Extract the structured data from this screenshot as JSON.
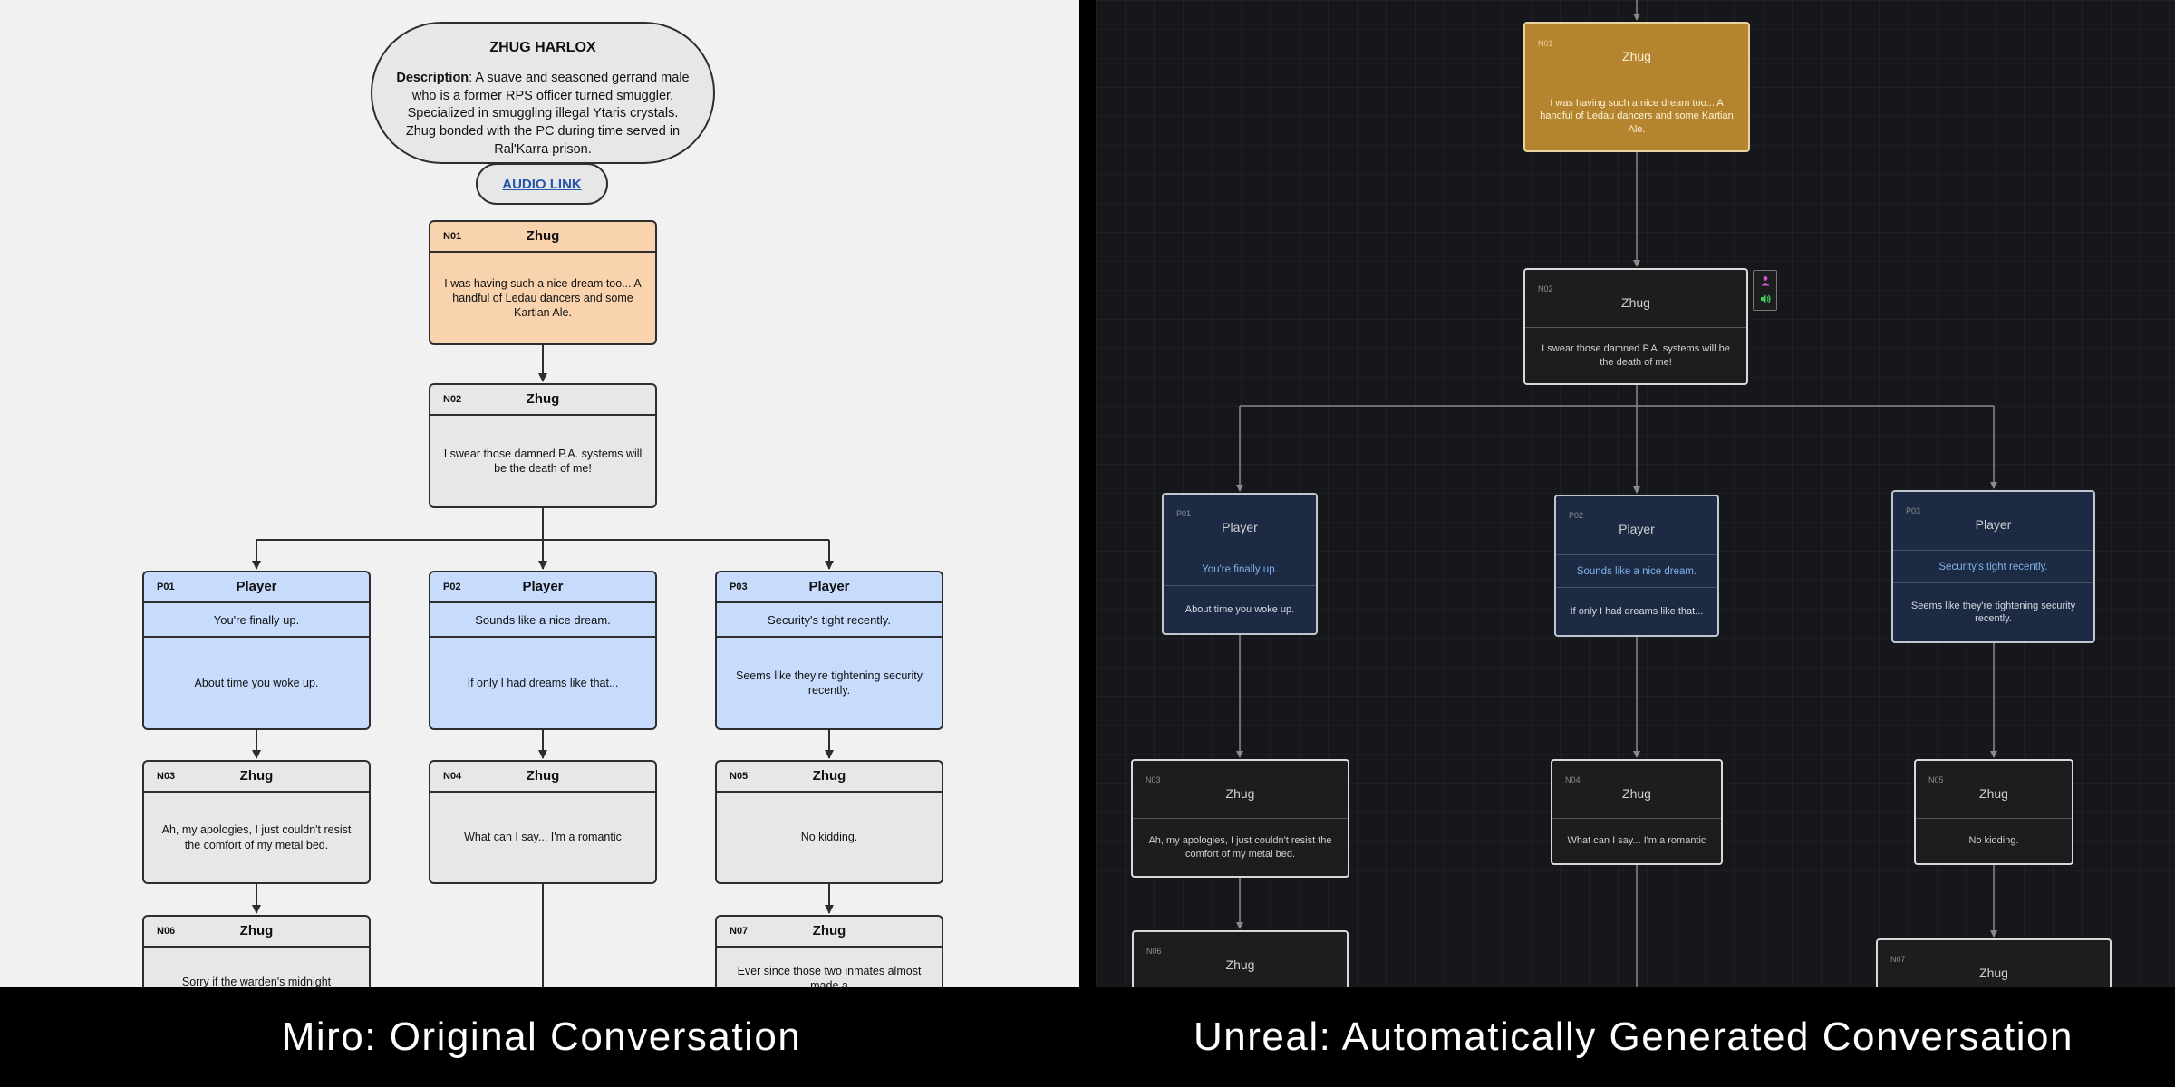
{
  "miro": {
    "character": {
      "name": "ZHUG HARLOX",
      "description_label": "Description",
      "description": ": A suave and seasoned gerrand male who is a former RPS officer turned smuggler. Specialized in smuggling illegal Ytaris crystals. Zhug bonded with the PC during time served in Ral'Karra prison.",
      "audio_link": "AUDIO LINK"
    },
    "nodes": {
      "N01": {
        "id": "N01",
        "speaker": "Zhug",
        "text": "I was having such a nice dream too... A handful of Ledau dancers and some Kartian Ale."
      },
      "N02": {
        "id": "N02",
        "speaker": "Zhug",
        "text": "I swear those damned P.A. systems will be the death of me!"
      },
      "P01": {
        "id": "P01",
        "speaker": "Player",
        "choice": "You're finally up.",
        "text": "About time you woke up."
      },
      "P02": {
        "id": "P02",
        "speaker": "Player",
        "choice": "Sounds like a nice dream.",
        "text": "If only I had dreams like that..."
      },
      "P03": {
        "id": "P03",
        "speaker": "Player",
        "choice": "Security's tight recently.",
        "text": "Seems like they're tightening security recently."
      },
      "N03": {
        "id": "N03",
        "speaker": "Zhug",
        "text": "Ah, my apologies, I just couldn't resist the comfort of my metal bed."
      },
      "N04": {
        "id": "N04",
        "speaker": "Zhug",
        "text": "What can I say... I'm a romantic"
      },
      "N05": {
        "id": "N05",
        "speaker": "Zhug",
        "text": "No kidding."
      },
      "N06": {
        "id": "N06",
        "speaker": "Zhug",
        "text": "Sorry if the warden's midnight announcements"
      },
      "N07": {
        "id": "N07",
        "speaker": "Zhug",
        "text": "Ever since those two inmates almost made a"
      }
    }
  },
  "unreal": {
    "nodes": {
      "N01": {
        "id": "N01",
        "speaker": "Zhug",
        "text": "I was having such a nice dream too... A handful of Ledau dancers and some Kartian Ale."
      },
      "N02": {
        "id": "N02",
        "speaker": "Zhug",
        "text": "I swear those damned P.A. systems will be the death of me!"
      },
      "P01": {
        "id": "P01",
        "speaker": "Player",
        "choice": "You're finally up.",
        "text": "About time you woke up."
      },
      "P02": {
        "id": "P02",
        "speaker": "Player",
        "choice": "Sounds like a nice dream.",
        "text": "If only I had dreams like that..."
      },
      "P03": {
        "id": "P03",
        "speaker": "Player",
        "choice": "Security's tight recently.",
        "text": "Seems like they're tightening security recently."
      },
      "N03": {
        "id": "N03",
        "speaker": "Zhug",
        "text": "Ah, my apologies, I just couldn't resist the comfort of my metal bed."
      },
      "N04": {
        "id": "N04",
        "speaker": "Zhug",
        "text": "What can I say... I'm a romantic"
      },
      "N05": {
        "id": "N05",
        "speaker": "Zhug",
        "text": "No kidding."
      },
      "N06": {
        "id": "N06",
        "speaker": "Zhug"
      },
      "N07": {
        "id": "N07",
        "speaker": "Zhug"
      }
    },
    "side_icons": [
      "person-icon",
      "speaker-icon"
    ],
    "icon_colors": {
      "person": "#c85ad0",
      "speaker": "#3ecf56"
    }
  },
  "captions": {
    "left": "Miro: Original Conversation",
    "right": "Unreal: Automatically Generated Conversation"
  },
  "colors": {
    "miro_npc_first": "#f9d3ad",
    "miro_player": "#c7dcfd",
    "miro_npc": "#e7e7e7",
    "unreal_gold": "#b4852e",
    "unreal_player": "#1d2a44",
    "unreal_npc": "#1d1d1f",
    "link": "#2557a8"
  }
}
